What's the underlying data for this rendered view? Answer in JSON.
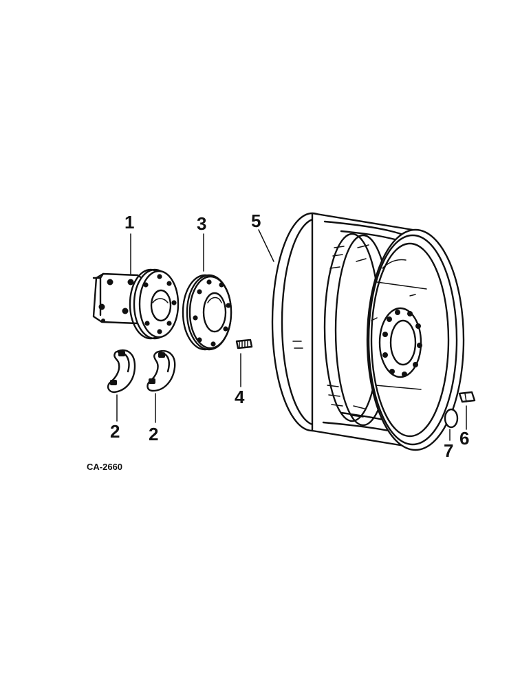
{
  "drawing_code": "CA-2660",
  "callouts": [
    {
      "number": "1",
      "part": "hub"
    },
    {
      "number": "2",
      "part": "clamp-half"
    },
    {
      "number": "2",
      "part": "clamp-half"
    },
    {
      "number": "3",
      "part": "spacer-ring"
    },
    {
      "number": "4",
      "part": "stud-bolt"
    },
    {
      "number": "5",
      "part": "wheel-rim"
    },
    {
      "number": "6",
      "part": "wheel-bolt"
    },
    {
      "number": "7",
      "part": "washer"
    }
  ]
}
